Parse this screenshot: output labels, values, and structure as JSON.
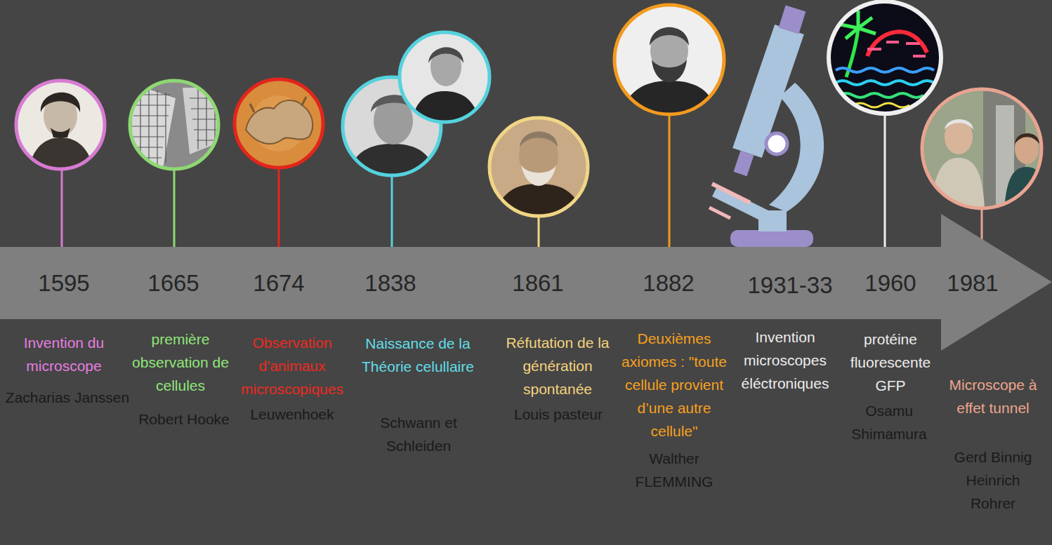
{
  "diagram": {
    "nodes": [
      {
        "text": [
          "1595",
          "1665",
          "1674",
          "1838",
          "1861",
          "1882",
          "1931-33",
          "1960",
          "1981"
        ]
      }
    ],
    "labels": [
      "Invention du microscope",
      "Zacharias Janssen",
      "première observation de cellules",
      "Robert Hooke",
      "Observation d'animaux microscopiques",
      "Leuwenhoek",
      "Naissance de la Théorie celullaire",
      "Schwann et Schleiden",
      "Réfutation de la génération spontanée",
      "Louis pasteur",
      "Deuxièmes axiomes : \"toute cellule provient d’une autre cellule\"",
      "Walther FLEMMING",
      "Invention microscopes éléctroniques",
      "protéine fluorescente GFP",
      "Osamu Shimamura",
      "Microscope à effet tunnel",
      "Gerd Binnig Heinrich Rohrer"
    ]
  }
}
